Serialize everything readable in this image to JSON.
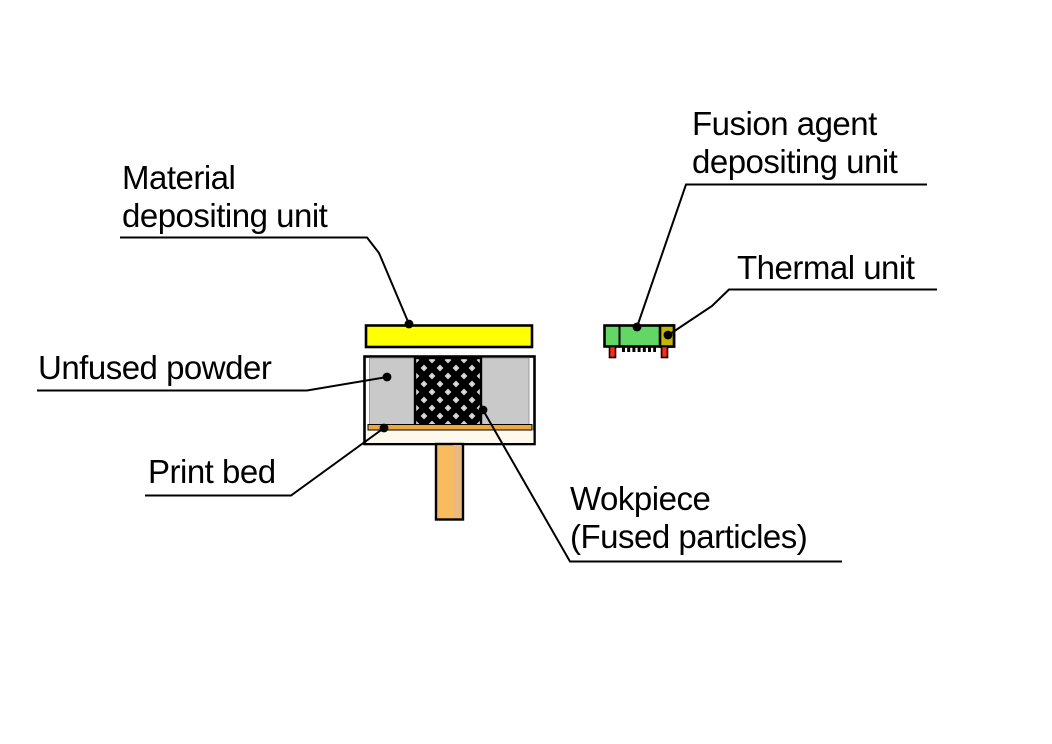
{
  "figure": {
    "background": "#FFFFFF",
    "labels": {
      "material_unit": {
        "line1": "Material",
        "line2": "depositing unit"
      },
      "fusion_unit": {
        "line1": "Fusion agent",
        "line2": "depositing unit"
      },
      "thermal_unit": {
        "text": "Thermal unit"
      },
      "unfused_powder": {
        "text": "Unfused powder"
      },
      "print_bed": {
        "text": "Print bed"
      },
      "workpiece": {
        "line1": "Wokpiece",
        "line2": "(Fused particles)"
      }
    },
    "colors": {
      "material_depositing_unit": "#FFFF00",
      "unfused_powder": "#C9C9C9",
      "workpiece_diamond": "#D9D9D9",
      "print_bed_strip": "#F0A73C",
      "tray": "#FDF9EC",
      "piston": "#F9BB5F",
      "piston_shade": "#EBB97D",
      "fusion_unit_body": "#63D763",
      "thermal_unit_block": "#C6B500",
      "unit_legs": "#FF2A1A",
      "outline": "#000000"
    }
  }
}
